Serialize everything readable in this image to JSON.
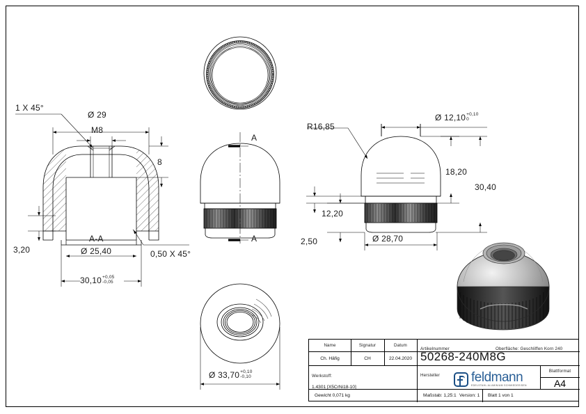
{
  "sheet": {
    "format": "A4"
  },
  "views": {
    "section_label": "A-A",
    "section_mark": "A"
  },
  "dimensions": {
    "chamfer_top": "1 X 45°",
    "outer_dia_29": "Ø 29",
    "thread": "M8",
    "height_8": "8",
    "depth_320": "3,20",
    "bore_dia": "Ø 25,40",
    "chamfer_bottom": "0,50 X 45°",
    "length_3010": "30,10",
    "length_3010_plus": "+0,05",
    "length_3010_minus": "-0,05",
    "radius": "R16,85",
    "neck_dia": "Ø 12,10",
    "neck_dia_plus": "+0,10",
    "neck_dia_minus": "0",
    "height_1820": "18,20",
    "height_3040": "30,40",
    "height_1220": "12,20",
    "height_250": "2,50",
    "knurl_dia": "Ø 28,70",
    "base_dia": "Ø 33,70",
    "base_dia_plus": "+0,10",
    "base_dia_minus": "-0,10"
  },
  "title_block": {
    "head_name": "Name",
    "head_signature": "Signatur",
    "head_date": "Datum",
    "drawer_name": "Ch. Häfig",
    "drawer_signature": "CH",
    "drawer_date": "22.04.2020",
    "article_label": "Artikelnummer",
    "article_number": "50268-240M8G",
    "surface": "Oberfläche:  Geschliffen Korn 240",
    "material_label": "Werkstoff:",
    "material": "1.4301 [X5CrNi18-10]",
    "manufacturer_label": "Hersteller",
    "logo_wordmark": "feldmann",
    "logo_subtitle": "EDELSTAHL  ALUMINIUM  SCHMIEDEEISEN",
    "sheet_format_label": "Blattformat",
    "sheet_format": "A4",
    "weight": "Gewicht 0,071 kg",
    "scale": "Maßstab: 1,25:1",
    "version": "Version: 1",
    "sheet_count": "Blatt 1 von 1"
  },
  "colors": {
    "line": "#000000",
    "logo_blue": "#2a5f96",
    "metal_light": "#d8d8d8",
    "metal_dark": "#4a4a4a"
  }
}
